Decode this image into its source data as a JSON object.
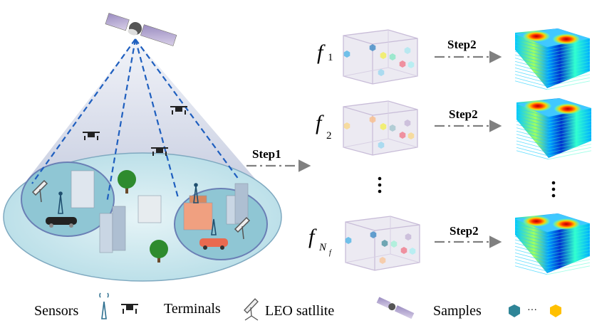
{
  "step1_label": "Step1",
  "step2_label": "Step2",
  "frequencies": [
    {
      "symbol": "f",
      "subscript": "1"
    },
    {
      "symbol": "f",
      "subscript": "2"
    },
    {
      "symbol": "f",
      "subscript": "N",
      "sub_subscript": "f"
    }
  ],
  "ellipsis": "⋮",
  "legend": {
    "sensors": "Sensors",
    "terminals": "Terminals",
    "satellite": "LEO satllite",
    "samples": "Samples",
    "samples_ellipsis": "···"
  },
  "colors": {
    "ground": "#bfe3ea",
    "cell": "#8fc9d6",
    "cone": "#c5cde0",
    "link": "#1f5fbf",
    "arrow": "#808080",
    "sample_start": "#2f8597",
    "sample_end": "#ffc000"
  }
}
